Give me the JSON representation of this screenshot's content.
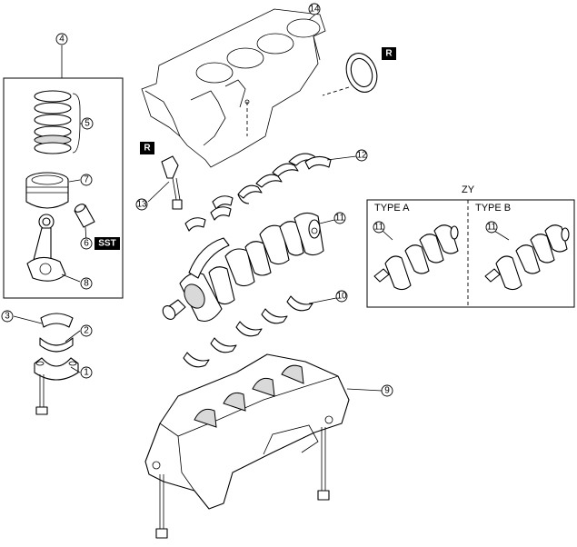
{
  "callouts": {
    "c1": "1",
    "c2": "2",
    "c3": "3",
    "c4": "4",
    "c5": "5",
    "c6": "6",
    "c7": "7",
    "c8": "8",
    "c9": "9",
    "c10": "10",
    "c11": "11",
    "c12": "12",
    "c13": "13",
    "c14": "14",
    "c11a": "11",
    "c11b": "11"
  },
  "badges": {
    "reuse_seal": "R",
    "reuse_jet": "R",
    "special_tool": "SST"
  },
  "inset": {
    "title": "ZY",
    "type_a": "TYPE A",
    "type_b": "TYPE B"
  }
}
